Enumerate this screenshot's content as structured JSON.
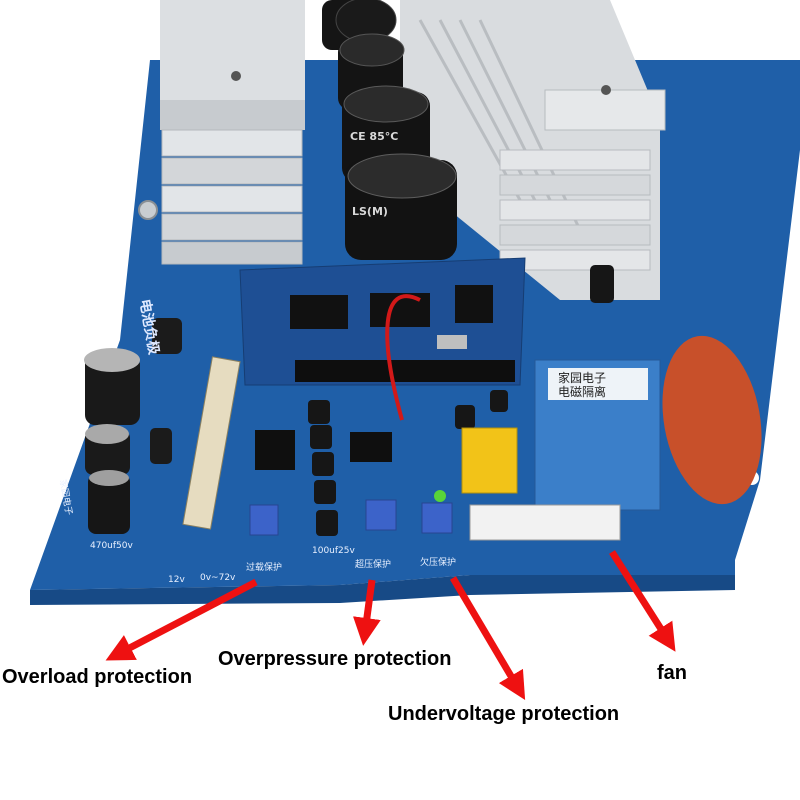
{
  "callouts": {
    "overload": "Overload protection",
    "overpressure": "Overpressure protection",
    "undervoltage": "Undervoltage protection",
    "fan": "fan"
  },
  "silkscreen": {
    "overload_cn": "过载保护",
    "overpressure_cn": "超压保护",
    "undervoltage_cn": "欠压保护",
    "board_cn": "电池负极",
    "brand_cn": "家园电子",
    "label_12v": "12v",
    "label_0v72v": "0v~72v",
    "label_cap": "470uf50v",
    "label_cap2": "100uf25v"
  },
  "capacitor_markings": {
    "temp": "CE 85°C",
    "series": "LS(M)"
  },
  "transformer": {
    "line1": "家园电子",
    "line2": "电磁隔离"
  },
  "colors": {
    "pcb": "#1f5fa8",
    "heatsink": "#d6d9dc",
    "arrow": "#ee1111",
    "capacitor": "#111111",
    "transformer": "#3b7fc9",
    "film_cap": "#c8502a"
  }
}
